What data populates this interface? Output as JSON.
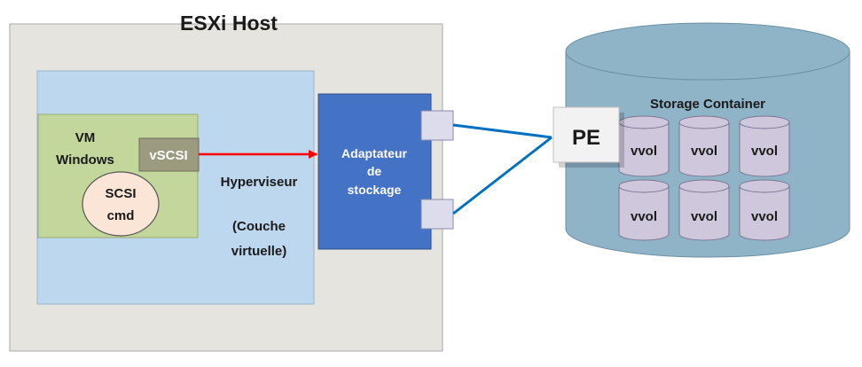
{
  "host": {
    "title": "ESXi Host"
  },
  "vm": {
    "line1": "VM",
    "line2": "Windows"
  },
  "vscsi": {
    "label": "vSCSI"
  },
  "scsi_cmd": {
    "line1": "SCSI",
    "line2": "cmd"
  },
  "hypervisor": {
    "label": "Hyperviseur",
    "note_line1": "(Couche",
    "note_line2": "virtuelle)"
  },
  "adapter": {
    "line1": "Adaptateur",
    "line2": "de",
    "line3": "stockage"
  },
  "pe": {
    "label": "PE"
  },
  "storage": {
    "title": "Storage Container",
    "vvols": [
      "vvol",
      "vvol",
      "vvol",
      "vvol",
      "vvol",
      "vvol"
    ]
  },
  "colors": {
    "host_fill": "#e6e4df",
    "hypervisor_fill": "#bdd7ee",
    "vm_fill": "#c3d69b",
    "vscsi_fill": "#9c9a7f",
    "scsi_fill": "#fbe5d6",
    "adapter_fill": "#4472c4",
    "port_fill": "#dcdcec",
    "cylinder_fill": "#8fb4c8",
    "vvol_fill": "#cfc7dc",
    "arrow_red": "#ff0000",
    "link_blue": "#0070c0"
  }
}
